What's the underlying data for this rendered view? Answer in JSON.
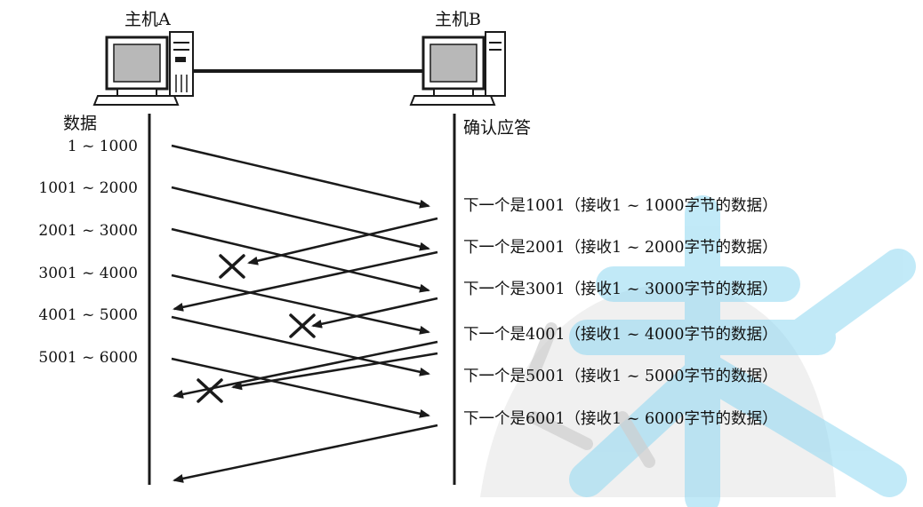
{
  "hosts": {
    "a_label": "主机A",
    "b_label": "主机B"
  },
  "axis": {
    "sender_label": "数据",
    "receiver_label": "确认应答"
  },
  "segments": [
    {
      "label": "1 ~ 1000",
      "lost_ack": false
    },
    {
      "label": "1001 ~ 2000",
      "lost_ack": true
    },
    {
      "label": "2001 ~ 3000",
      "lost_ack": false
    },
    {
      "label": "3001 ~ 4000",
      "lost_ack": true
    },
    {
      "label": "4001 ~ 5000",
      "lost_ack": false
    },
    {
      "label": "5001 ~ 6000",
      "lost_ack": true
    }
  ],
  "acks": [
    "下一个是1001（接收1 ~ 1000字节的数据）",
    "下一个是2001（接收1 ~ 2000字节的数据）",
    "下一个是3001（接收1 ~ 3000字节的数据）",
    "下一个是4001（接收1 ~ 4000字节的数据）",
    "下一个是5001（接收1 ~ 5000字节的数据）",
    "下一个是6001（接收1 ~ 6000字节的数据）"
  ],
  "colors": {
    "ink": "#1a1a1a",
    "watermark_blue": "#7fd3f0",
    "watermark_gray": "#d9d9d9"
  }
}
